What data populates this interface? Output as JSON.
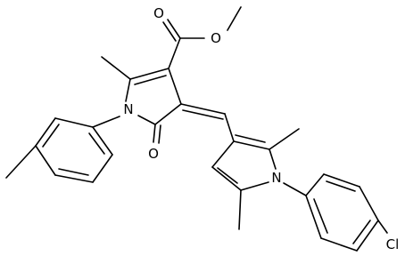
{
  "atoms": {
    "o_carbonyl_ester": "O",
    "o_ester": "O",
    "n_pyrrolinone": "N",
    "o_lactam": "O",
    "n_pyrrole": "N",
    "cl": "Cl"
  },
  "style": {
    "bond_color": "#000000",
    "background": "#ffffff"
  }
}
